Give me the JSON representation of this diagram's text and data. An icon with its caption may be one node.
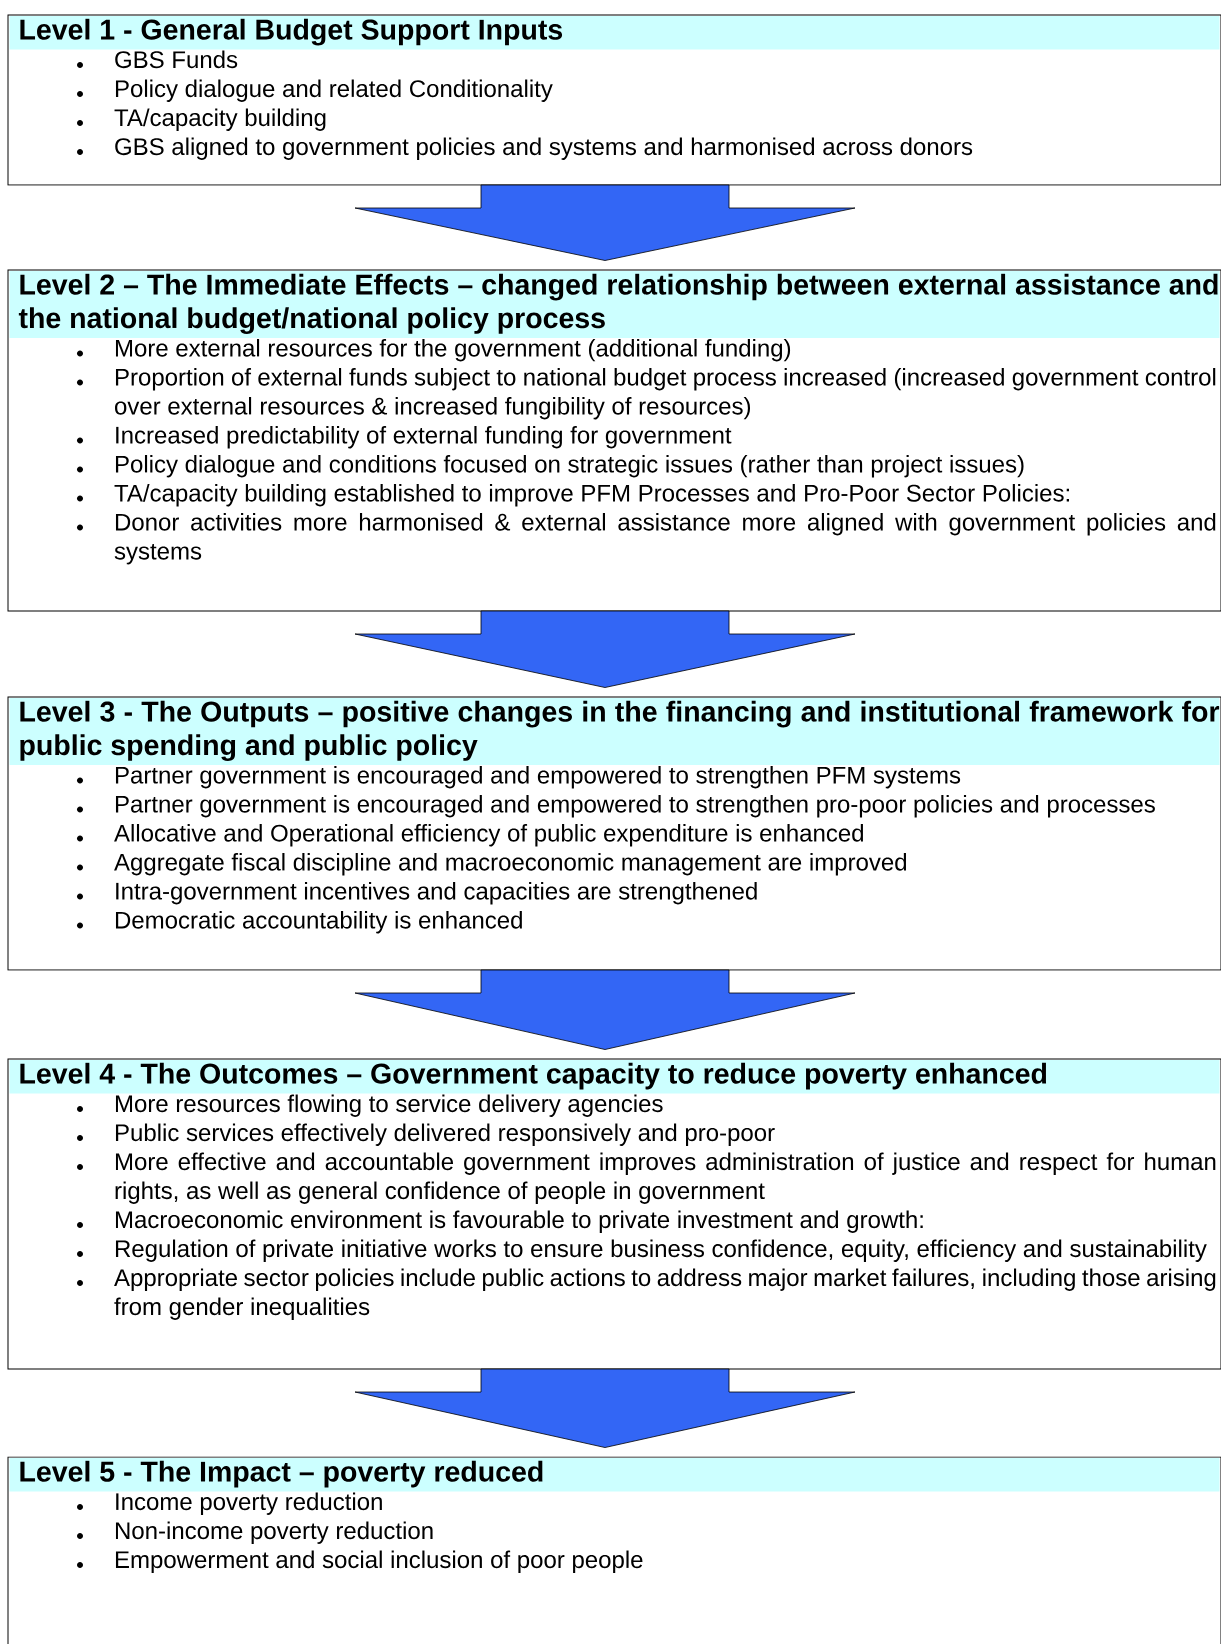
{
  "diagram": {
    "nodes": [
      {
        "text": [
          "Level 1 - General Budget Support Inputs",
          "GBS Funds",
          "Policy dialogue  and related Conditionality",
          "TA/capacity building",
          "GBS aligned to government policies and systems and harmonised across donors"
        ]
      },
      {
        "text": [
          "Level 2 – The Immediate Effects – changed relationship between external assistance and the national budget/national policy process",
          "More external resources for the government (additional funding)",
          "Proportion of external funds subject to national budget process increased (increased government control over external resources & increased fungibility of resources)",
          "Increased predictability of external funding for government",
          "Policy dialogue and conditions focused on strategic issues (rather than project issues)",
          "TA/capacity building established to improve PFM Processes and Pro-Poor Sector Policies:",
          "Donor activities more harmonised & external assistance more aligned with government policies and systems"
        ]
      },
      {
        "text": [
          "Level 3 - The Outputs – positive changes in the financing and institutional framework for public spending and public policy",
          "Partner government is encouraged and empowered to strengthen PFM systems",
          "Partner government is encouraged and empowered to strengthen pro-poor policies and processes",
          "Allocative and Operational efficiency of public expenditure is enhanced",
          "Aggregate fiscal discipline and macroeconomic management are improved",
          "Intra-government incentives and capacities are strengthened",
          "Democratic accountability is enhanced"
        ]
      },
      {
        "text": [
          "Level 4 -  The Outcomes – Government capacity to reduce poverty enhanced",
          "More resources flowing to service delivery agencies",
          "Public services effectively delivered responsively and pro-poor",
          "More effective and accountable government improves administration of justice and respect for human rights, as well as general confidence of people in government",
          "Macroeconomic environment is favourable to private investment and growth:",
          "Regulation of private initiative works to ensure business confidence, equity, efficiency and sustainability",
          "Appropriate sector policies include public actions to address major market failures, including those arising from gender inequalities"
        ]
      },
      {
        "text": [
          "Level 5 - The Impact – poverty reduced",
          "Income poverty reduction",
          "Non-income poverty reduction",
          "Empowerment and social inclusion of poor people"
        ]
      }
    ],
    "edges": [
      {
        "from": 0,
        "to": 1,
        "arrow": "to"
      },
      {
        "from": 1,
        "to": 2,
        "arrow": "to"
      },
      {
        "from": 2,
        "to": 3,
        "arrow": "to"
      },
      {
        "from": 3,
        "to": 4,
        "arrow": "to"
      }
    ]
  }
}
